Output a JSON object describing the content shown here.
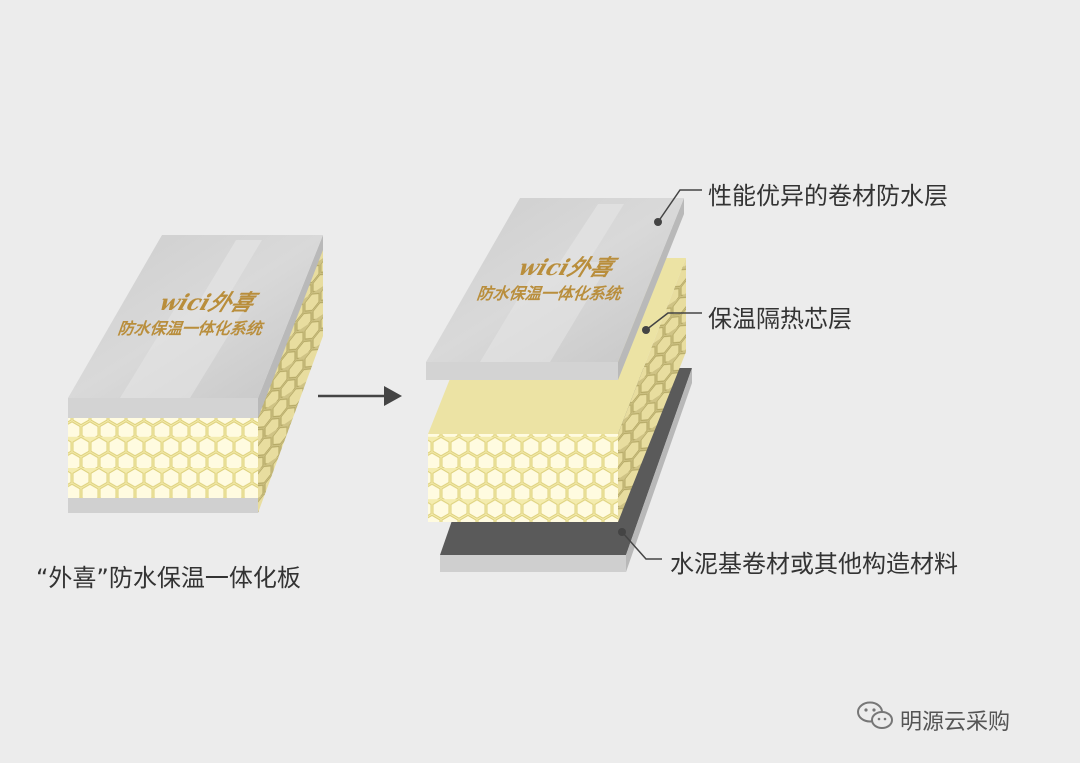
{
  "left_product": {
    "brand": "wici外喜",
    "subtitle": "防水保温一体化系统",
    "caption": "“外喜”防水保温一体化板"
  },
  "right_product": {
    "brand": "wici外喜",
    "subtitle": "防水保温一体化系统"
  },
  "layers": {
    "top": "性能优异的卷材防水层",
    "core": "保温隔热芯层",
    "base": "水泥基卷材或其他构造材料"
  },
  "watermark": {
    "text": "明源云采购",
    "icon": "wechat-icon"
  },
  "colors": {
    "background": "#ececec",
    "membrane": "#d6d6d6",
    "core": "#f3eaa9",
    "base_dark": "#555555",
    "brand_gold": "#b98e3c",
    "leader": "#444444"
  }
}
